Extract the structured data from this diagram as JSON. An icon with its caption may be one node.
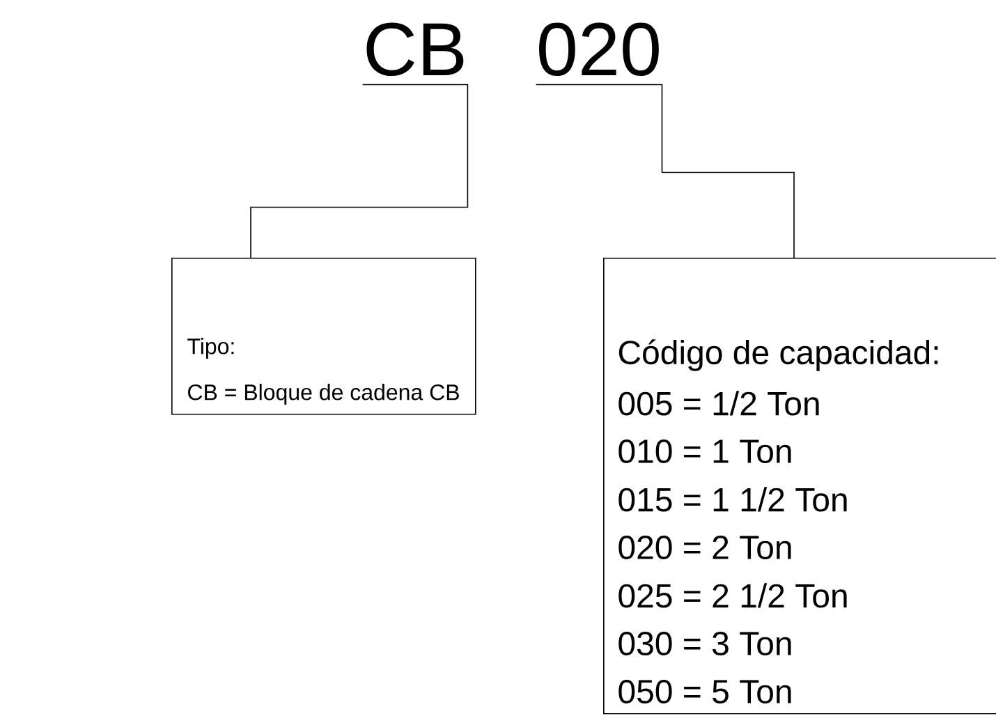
{
  "diagram": {
    "nodes": [
      {
        "text": [
          "CB"
        ]
      },
      {
        "text": [
          "020"
        ]
      },
      {
        "text": [
          "Tipo:",
          "CB = Bloque de cadena CB"
        ]
      },
      {
        "text": [
          "Código de capacidad:",
          "005 = 1/2 Ton",
          "010 = 1 Ton",
          "015 = 1 1/2 Ton",
          "020 = 2 Ton",
          "025 = 2 1/2 Ton",
          "030 = 3 Ton",
          "050 = 5 Ton"
        ]
      }
    ],
    "edges": [
      {
        "from": 0,
        "to": 2,
        "arrow": "none"
      },
      {
        "from": 1,
        "to": 3,
        "arrow": "none"
      }
    ]
  }
}
